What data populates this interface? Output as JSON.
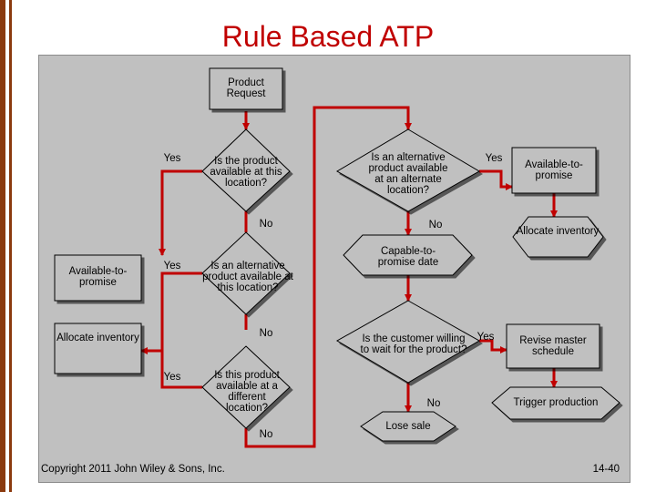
{
  "title": "Rule Based ATP",
  "flow": {
    "product_request": "Product Request",
    "q_product_here": "Is the product available at this location?",
    "q_alt_here": "Is an alternative product available at this location?",
    "q_other_location": "Is this product available at a different location?",
    "q_alt_other": "Is an alternative product available at an alternate location?",
    "capable_to_promise": "Capable-to-promise date",
    "q_customer_wait": "Is the customer willing to wait for the product?",
    "lose_sale": "Lose sale",
    "atp_left": "Available-to-promise",
    "allocate_left": "Allocate inventory",
    "atp_right": "Available-to-promise",
    "allocate_right": "Allocate inventory",
    "revise_schedule": "Revise master schedule",
    "trigger_production": "Trigger production",
    "yes": "Yes",
    "no": "No"
  },
  "footer": {
    "copyright": "Copyright 2011 John Wiley & Sons, Inc.",
    "page_number": "14-40"
  },
  "colors": {
    "stripe": "#8b3a0e",
    "title": "#c00000",
    "panel": "#c0c0c0",
    "flow_line": "#c00000",
    "shape_fill": "#c0c0c0",
    "shape_stroke": "#000000"
  }
}
